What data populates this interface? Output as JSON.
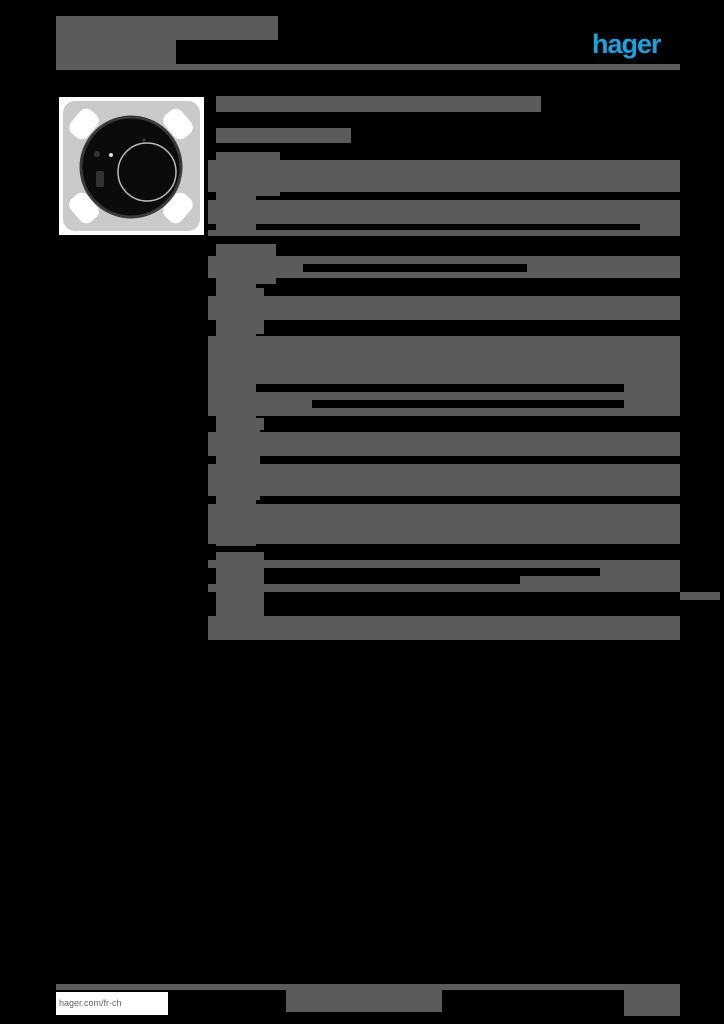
{
  "header": {
    "title_redacted": true,
    "subtitle_redacted": true,
    "brand_logo_text": "hager",
    "brand_color": "#16a3e0"
  },
  "product": {
    "image_alt": "thermostat-with-rotary-dial",
    "title_redacted": true,
    "article_number_redacted": true
  },
  "spec_sections": [
    {
      "label_redacted": true,
      "lines": 2
    },
    {
      "label_redacted": true,
      "lines": 2
    },
    {
      "label_redacted": true,
      "lines": 1
    },
    {
      "label_redacted": true,
      "lines": 1
    },
    {
      "label_redacted": true,
      "lines": 4
    },
    {
      "label_redacted": true,
      "lines": 1
    },
    {
      "label_redacted": true,
      "lines": 1
    },
    {
      "label_redacted": true,
      "lines": 2
    },
    {
      "label_redacted": true,
      "lines": 3
    }
  ],
  "footer": {
    "url": "hager.com/fr-ch",
    "center_redacted": true,
    "page_redacted": true
  },
  "colors": {
    "redaction_gray": "#5a5b5a",
    "background": "#000000"
  }
}
